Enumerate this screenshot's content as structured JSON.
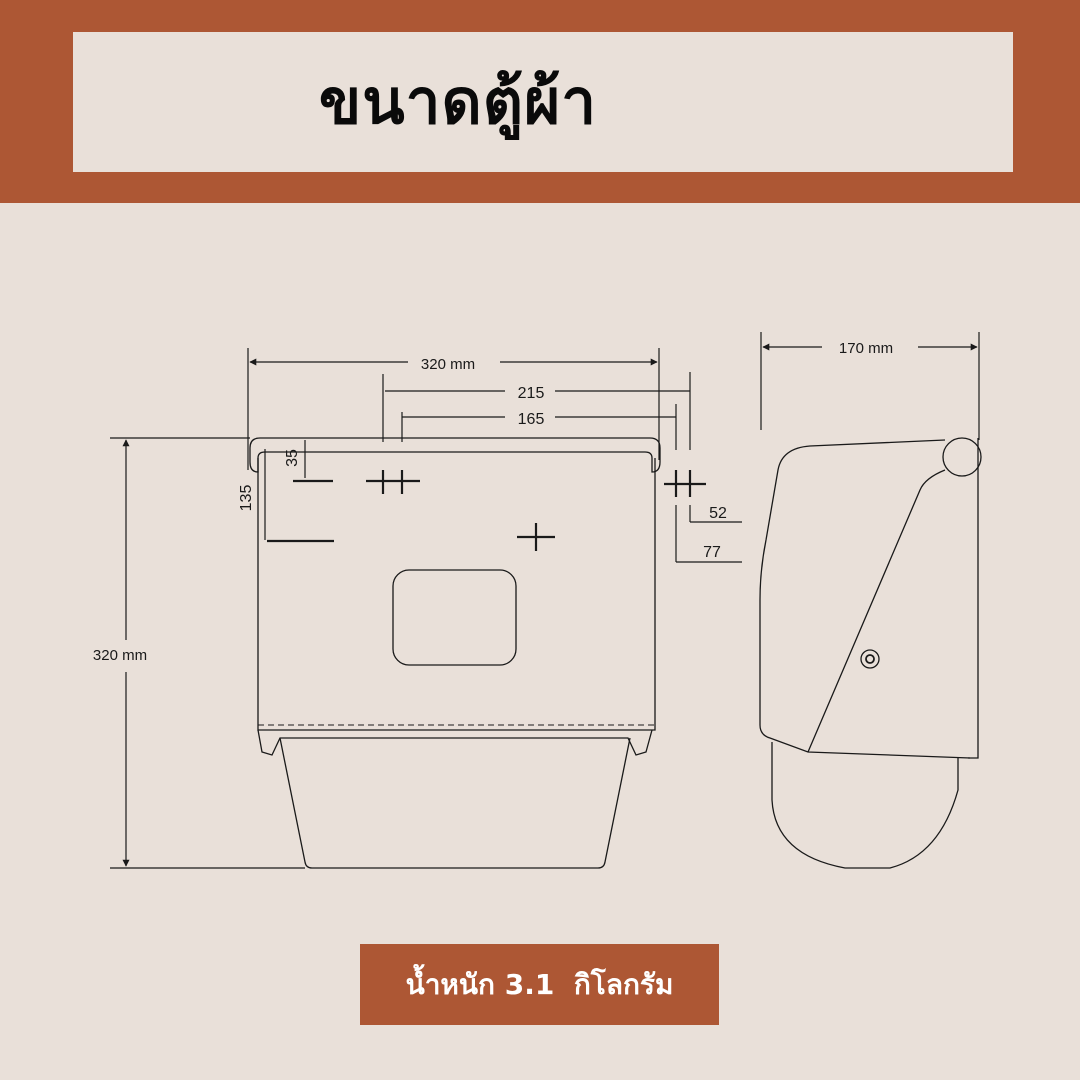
{
  "header": {
    "title": "ขนาดตู้ผ้า"
  },
  "dimensions": {
    "front_width": "320 mm",
    "front_height": "320 mm",
    "side_depth": "170 mm",
    "hole_spacing_outer": "215",
    "hole_spacing_inner": "165",
    "top_offset_small": "35",
    "top_offset_large": "135",
    "side_offset_small": "52",
    "side_offset_large": "77"
  },
  "footer": {
    "weight_label": "น้ำหนัก 3.1  กิโลกรัม"
  },
  "colors": {
    "accent": "#ad5734",
    "background": "#e9e0d9",
    "line": "#1a1a1a"
  }
}
